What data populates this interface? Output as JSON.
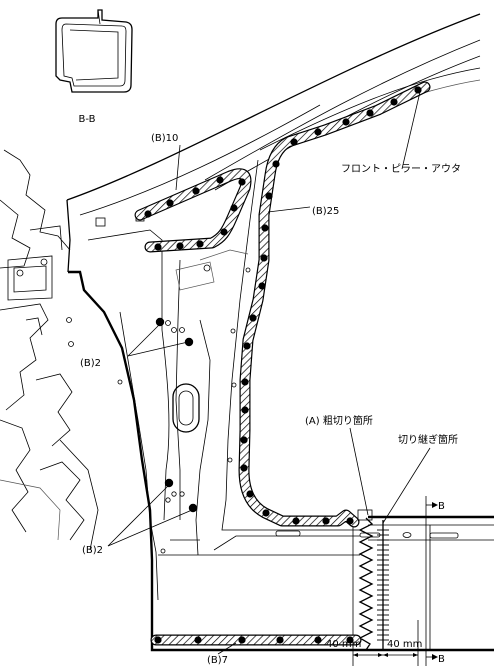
{
  "section_label": "B-B",
  "labels": {
    "b10": "(B)10",
    "b25": "(B)25",
    "b2_upper": "(B)2",
    "b2_lower": "(B)2",
    "b7": "(B)7",
    "front_pillar_outer": "フロント・ピラー・アウタ",
    "rough_cut": "(A) 粗切り箇所",
    "splice_cut": "切り継ぎ箇所",
    "dim_left": "40 mm",
    "dim_right": "40 mm",
    "b_marker_top": "B",
    "b_marker_bottom": "B"
  }
}
